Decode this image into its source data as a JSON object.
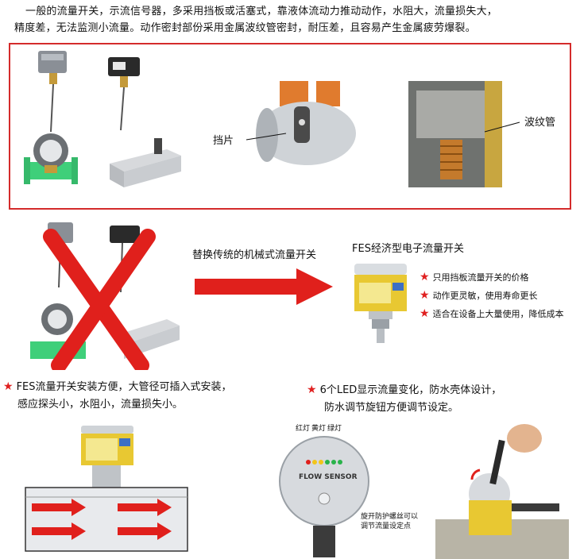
{
  "intro": {
    "line1": "一般的流量开关，示流信号器，多采用挡板或活塞式，靠液体流动力推动动作，水阻大，流量损失大，",
    "line2": "精度差，无法监测小流量。动作密封部份采用金属波纹管密封，耐压差，且容易产生金属疲劳爆裂。"
  },
  "labels": {
    "baffle": "挡片",
    "bellows": "波纹管",
    "replace": "替换传统的机械式流量开关",
    "product_title": "FES经济型电子流量开关"
  },
  "features": [
    "只用挡板流量开关的价格",
    "动作更灵敏，使用寿命更长",
    "适合在设备上大量使用，降低成本"
  ],
  "install": {
    "line1": "FES流量开关安装方便，大管径可插入式安装，",
    "line2": "感应探头小，水阻小，流量损失小。"
  },
  "led": {
    "line1": "6个LED显示流量变化，防水壳体设计，",
    "line2": "防水调节旋钮方便调节设定。"
  },
  "sensor": {
    "text": "FLOW SENSOR",
    "red_lamp": "红灯",
    "yellow_lamp": "黄灯",
    "green_lamp": "绿灯",
    "knob_note1": "旋开防护螺丝可以",
    "knob_note2": "调节流量设定点"
  },
  "colors": {
    "accent_red": "#e02020",
    "box_red": "#d42b2b",
    "pipe_green": "#3fcf7a",
    "sensor_yellow": "#e8c832"
  }
}
